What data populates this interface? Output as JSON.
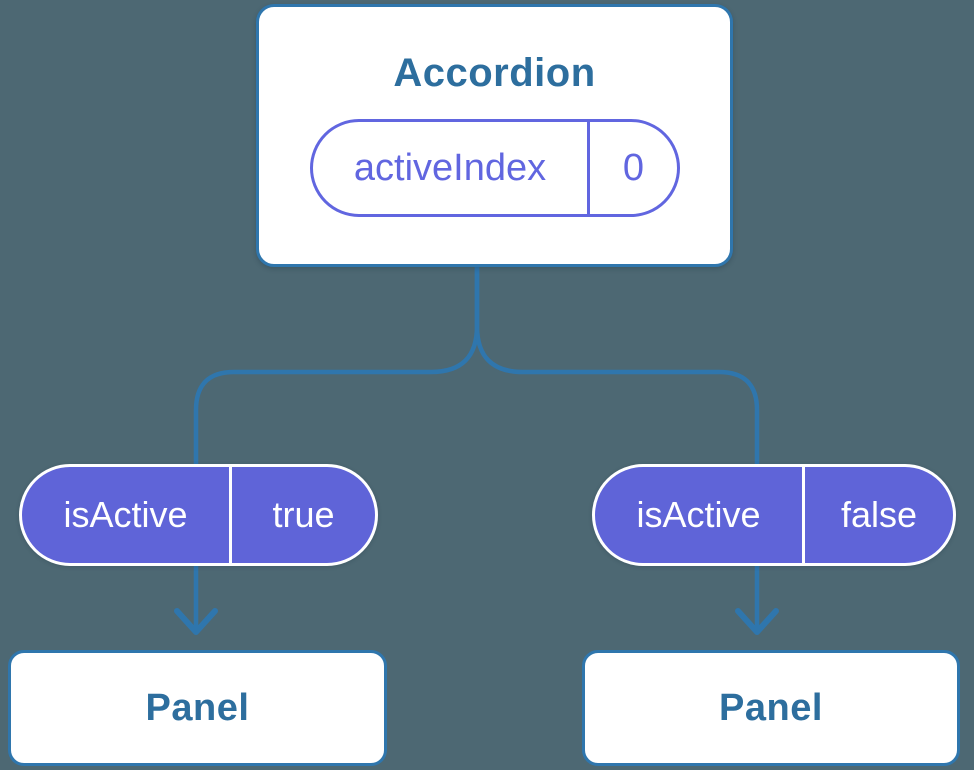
{
  "diagram": {
    "description": "React component tree showing state passed down as props",
    "background_color": "#4D6873",
    "node_fill": "#FFFFFF",
    "node_border_color": "#2F76AD",
    "node_text_color": "#2D6E9E",
    "connector_color": "#2F76AD",
    "prop_pill_fill": "#5F64D8",
    "prop_pill_text_color": "#FFFFFF",
    "state_pill_outline_color": "#6166E0",
    "state_pill_text_color": "#6166E0"
  },
  "tree": {
    "root": {
      "title": "Accordion",
      "state_pill": {
        "name": "activeIndex",
        "value": "0"
      }
    },
    "children": [
      {
        "prop_pill": {
          "name": "isActive",
          "value": "true"
        },
        "node": {
          "title": "Panel"
        }
      },
      {
        "prop_pill": {
          "name": "isActive",
          "value": "false"
        },
        "node": {
          "title": "Panel"
        }
      }
    ]
  }
}
